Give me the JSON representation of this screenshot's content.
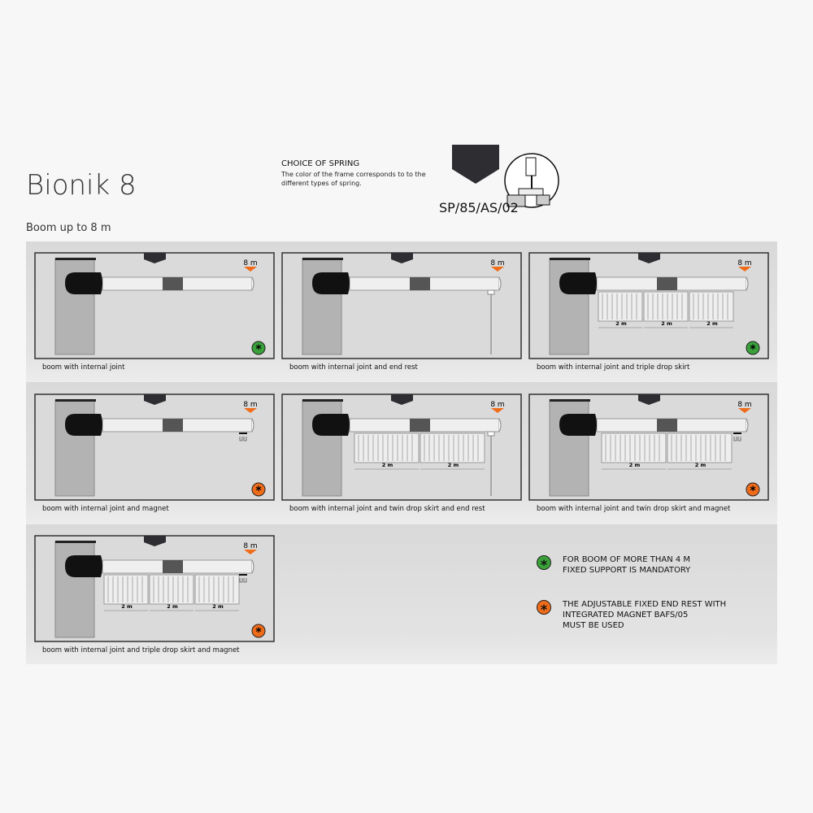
{
  "title": "Bionik 8",
  "subtitle": "Boom up to 8 m",
  "spring": {
    "heading": "CHOICE OF SPRING",
    "description": "The color of the frame corresponds to to the different types of spring.",
    "code": "SP/85/AS/02",
    "frame_color": "#2e2e32"
  },
  "colors": {
    "green": "#3aa13a",
    "orange": "#ef6c1a"
  },
  "length_label": "8 m",
  "skirt_label": "2 m",
  "panels": [
    {
      "caption": "boom with internal joint",
      "skirts": 0,
      "endrest": false,
      "magnet": false,
      "badge": "green"
    },
    {
      "caption": "boom with internal joint and end rest",
      "skirts": 0,
      "endrest": true,
      "magnet": false,
      "badge": null
    },
    {
      "caption": "boom with internal joint and triple drop skirt",
      "skirts": 3,
      "endrest": false,
      "magnet": false,
      "badge": "green"
    },
    {
      "caption": "boom with internal joint and magnet",
      "skirts": 0,
      "endrest": false,
      "magnet": true,
      "badge": "orange"
    },
    {
      "caption": "boom with internal joint and twin drop skirt and end rest",
      "skirts": 2,
      "endrest": true,
      "magnet": false,
      "badge": null
    },
    {
      "caption": "boom with internal joint and twin drop skirt and magnet",
      "skirts": 2,
      "endrest": false,
      "magnet": true,
      "badge": "orange"
    },
    {
      "caption": "boom with internal joint and triple drop skirt and magnet",
      "skirts": 3,
      "endrest": false,
      "magnet": true,
      "badge": "orange"
    }
  ],
  "notes": [
    {
      "badge": "green",
      "lines": [
        "FOR BOOM OF MORE THAN 4 M",
        "FIXED SUPPORT IS MANDATORY"
      ]
    },
    {
      "badge": "orange",
      "lines": [
        "THE ADJUSTABLE FIXED END REST WITH",
        "INTEGRATED MAGNET BAFS/05",
        "MUST BE USED"
      ]
    }
  ]
}
